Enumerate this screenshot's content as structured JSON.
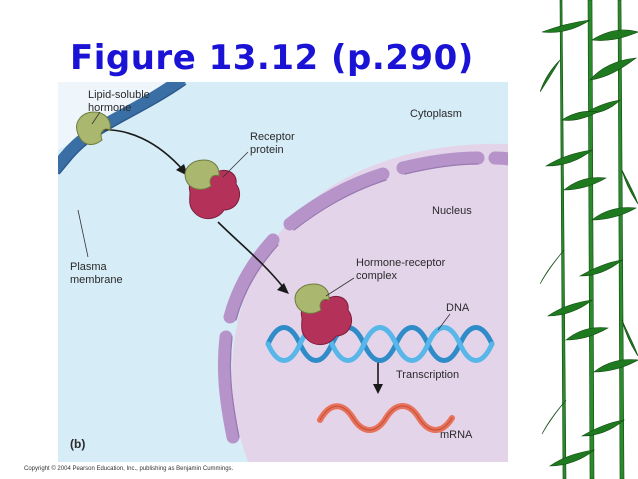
{
  "slide": {
    "title": "Figure 13.12 (p.290)",
    "copyright": "Copyright © 2004 Pearson Education, Inc., publishing as Benjamin Cummings."
  },
  "diagram": {
    "panel_label": "(b)",
    "labels": {
      "hormone_line1": "Lipid-soluble",
      "hormone_line2": "hormone",
      "receptor_line1": "Receptor",
      "receptor_line2": "protein",
      "cytoplasm": "Cytoplasm",
      "nucleus": "Nucleus",
      "plasma_line1": "Plasma",
      "plasma_line2": "membrane",
      "complex_line1": "Hormone-receptor",
      "complex_line2": "complex",
      "dna": "DNA",
      "transcription": "Transcription",
      "mrna": "mRNA"
    },
    "colors": {
      "cytoplasm": "#d6ecf7",
      "outside": "#e9f3f9",
      "plasma_membrane": "#3a6fa6",
      "nucleus": "#e3d4ea",
      "nuclear_envelope": "#b694c9",
      "hormone": "#a9b86e",
      "receptor": "#b4325a",
      "dna": "#3aa2dc",
      "mrna": "#e8725a",
      "title": "#1a13d6"
    }
  }
}
